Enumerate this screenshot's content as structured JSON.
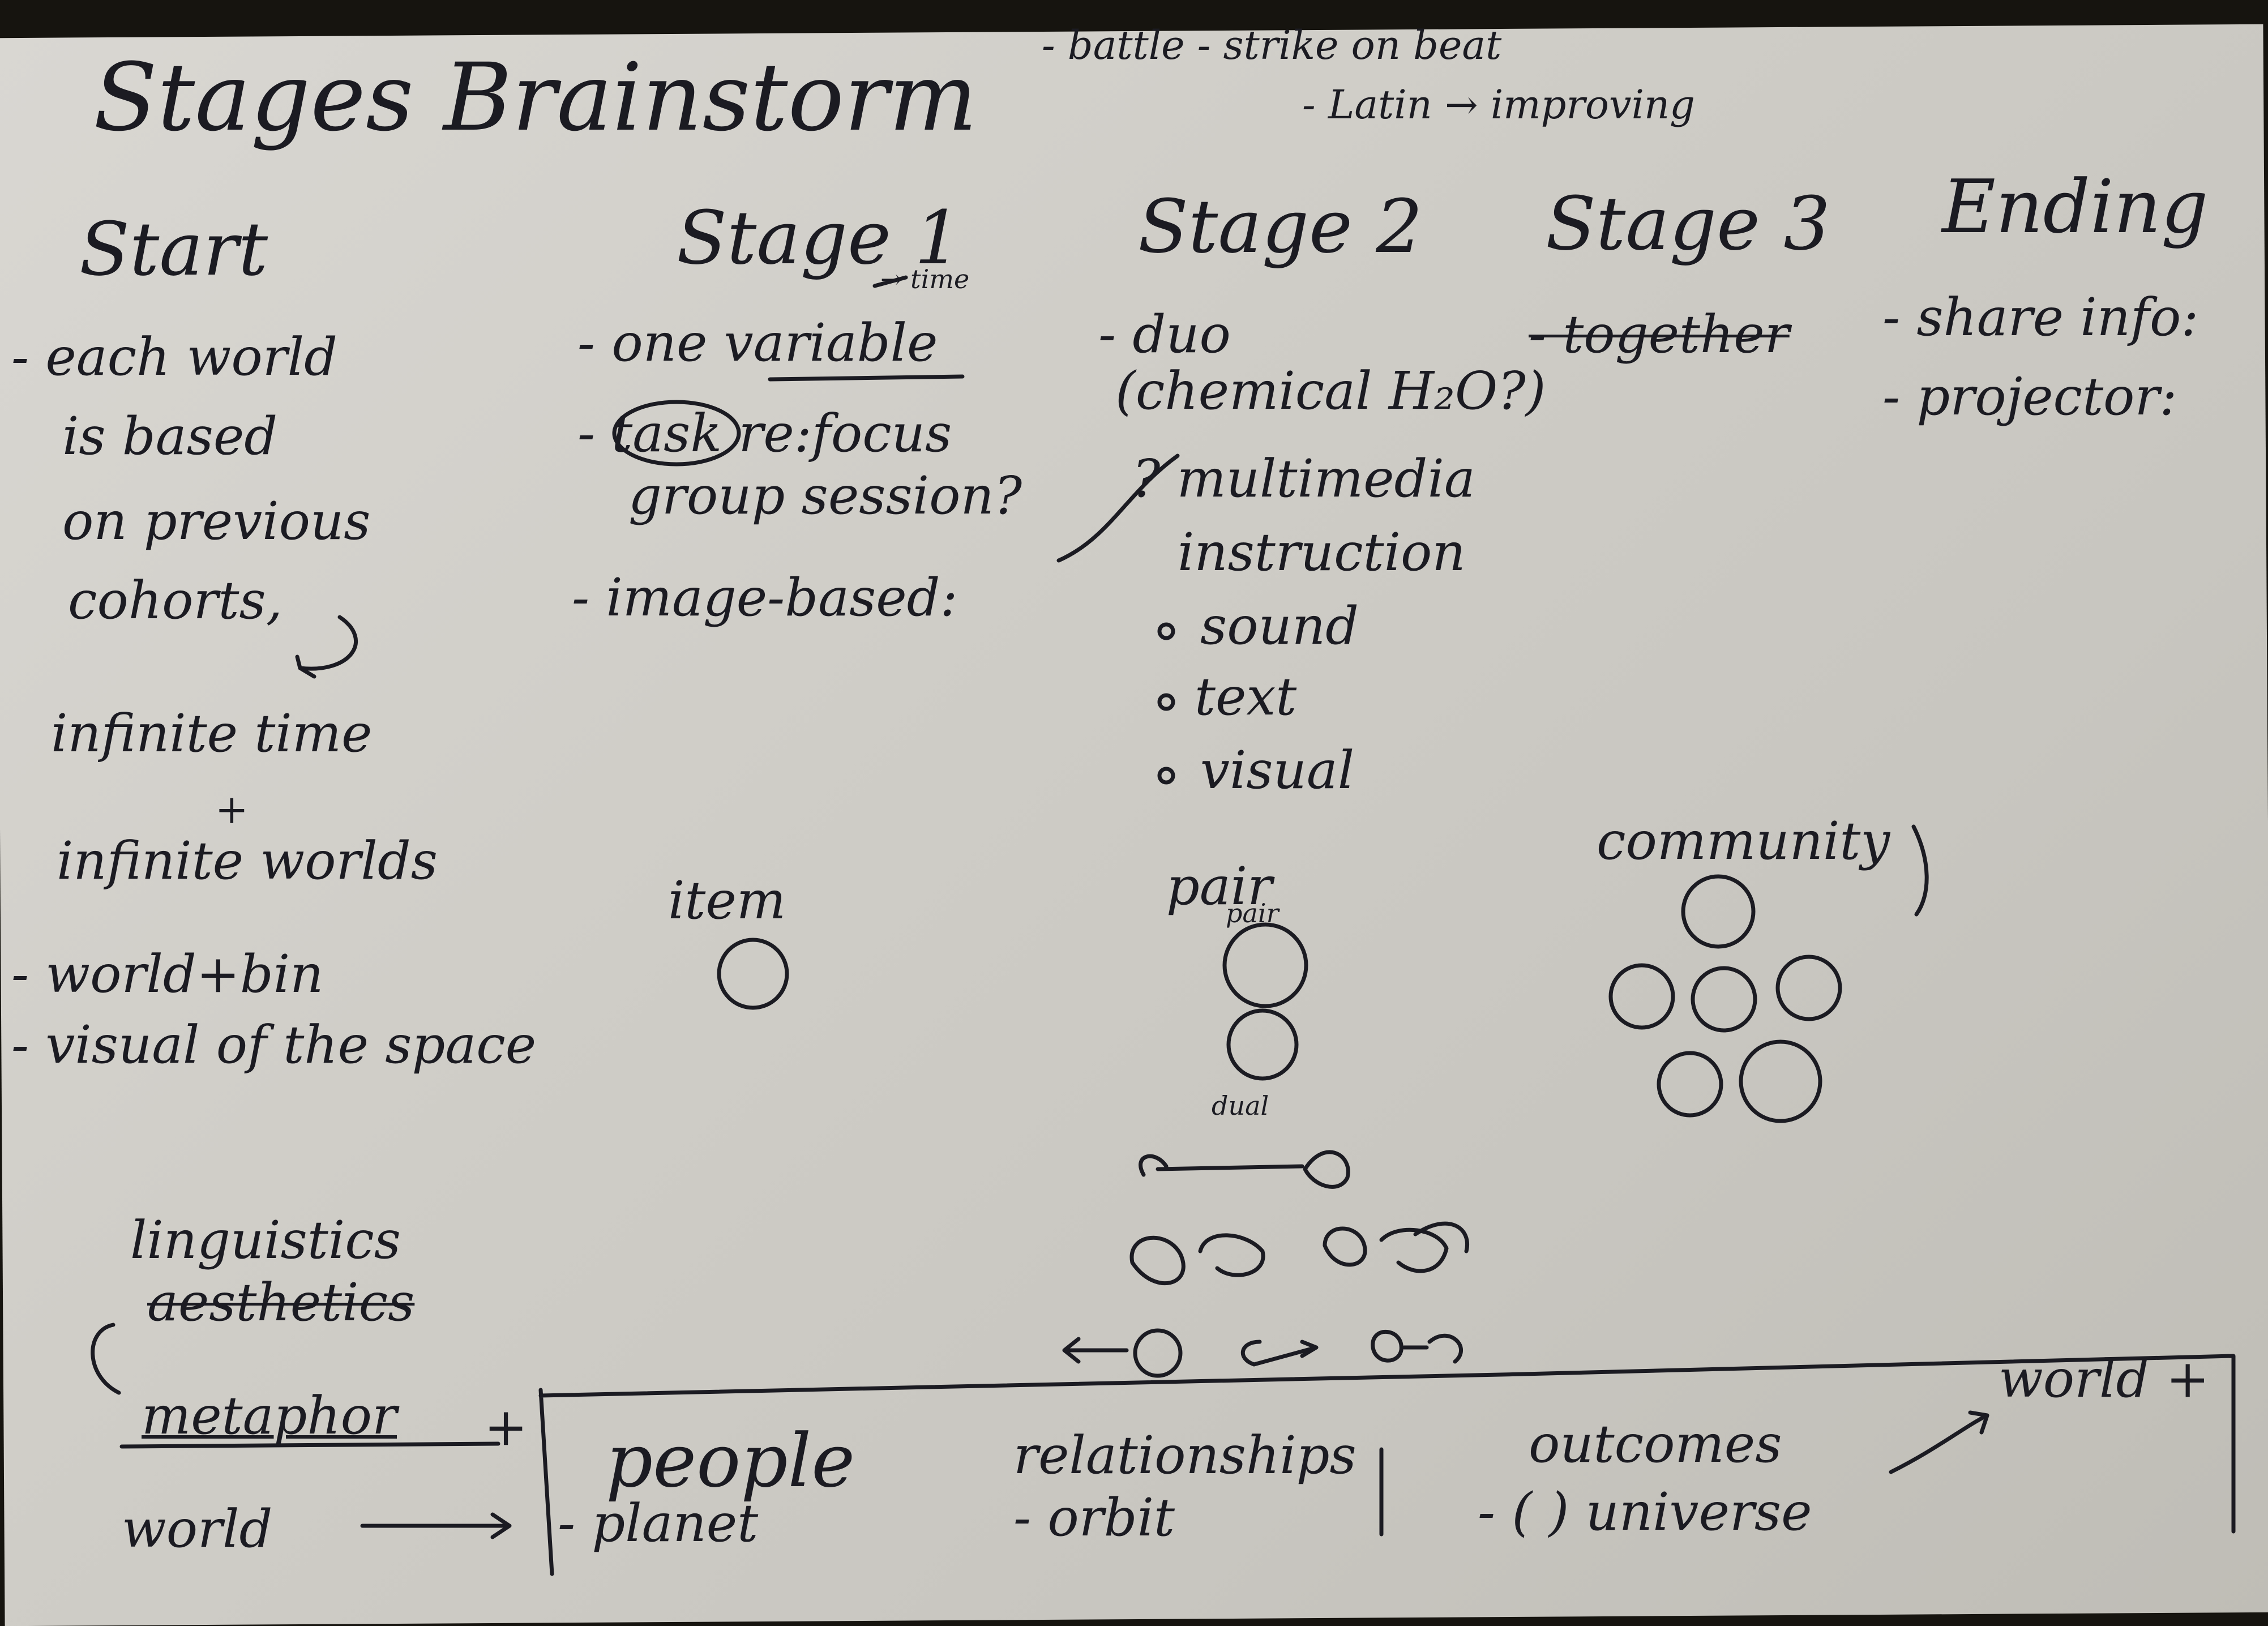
{
  "title": "Stages Brainstorm",
  "top_note": {
    "line1": "- battle - strike on beat",
    "line2": "- Latin → improving"
  },
  "columns": {
    "start": {
      "heading": "Start",
      "items": [
        "- each world",
        "is based",
        "on previous",
        "cohorts,",
        "infinite time",
        "+",
        "infinite worlds",
        "- world+bin",
        "- visual of the space"
      ]
    },
    "stage1": {
      "heading": "Stage 1",
      "heading_note": "→ time",
      "items": [
        "- one variable",
        "- task re:focus",
        "group session?",
        "- image-based:"
      ],
      "diagram_label": "item"
    },
    "stage2": {
      "heading": "Stage 2",
      "items": [
        "- duo",
        "(chemical H₂O?)",
        "? multimedia",
        "instruction",
        "sound",
        "text",
        "visual"
      ],
      "diagram_label": "pair",
      "diagram_note": "pair",
      "diagram_note2": "dual"
    },
    "stage3": {
      "heading": "Stage 3",
      "items": [
        "- together"
      ],
      "diagram_label": "community"
    },
    "ending": {
      "heading": "Ending",
      "items": [
        "- share info:",
        "- projector:"
      ]
    }
  },
  "bottom": {
    "note1": "linguistics",
    "note2": "aesthetics",
    "metaphor": "metaphor",
    "metaphor_plus": "+",
    "world": "world",
    "people": "people",
    "relationships": "relationships",
    "outcomes": "outcomes",
    "world_plus": "world +",
    "planet": "- planet",
    "orbit": "- orbit",
    "universe": "- (   ) universe"
  }
}
